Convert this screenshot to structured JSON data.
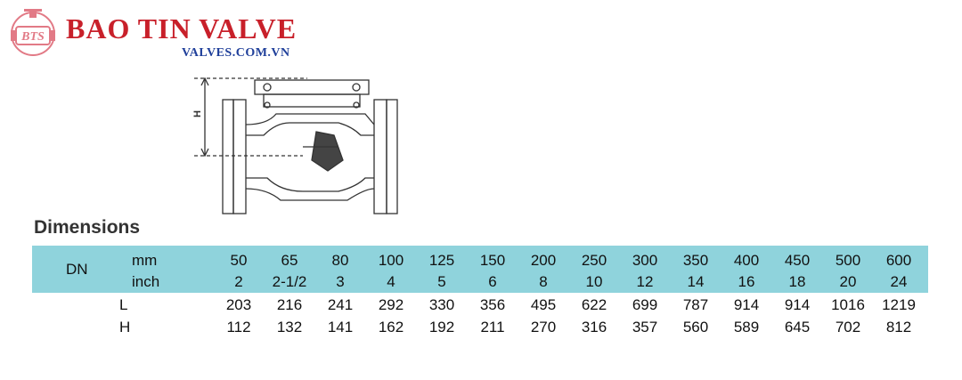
{
  "brand": {
    "name": "BAO TIN VALVE",
    "url": "VALVES.COM.VN",
    "logo_text": "BTS"
  },
  "drawing": {
    "dimension_label": "H"
  },
  "section_title": "Dimensions",
  "table": {
    "dn_label": "DN",
    "mm_label": "mm",
    "inch_label": "inch",
    "l_label": "L",
    "h_label": "H",
    "mm": [
      "50",
      "65",
      "80",
      "100",
      "125",
      "150",
      "200",
      "250",
      "300",
      "350",
      "400",
      "450",
      "500",
      "600"
    ],
    "inch": [
      "2",
      "2-1/2",
      "3",
      "4",
      "5",
      "6",
      "8",
      "10",
      "12",
      "14",
      "16",
      "18",
      "20",
      "24"
    ],
    "L": [
      "203",
      "216",
      "241",
      "292",
      "330",
      "356",
      "495",
      "622",
      "699",
      "787",
      "914",
      "914",
      "1016",
      "1219"
    ],
    "H": [
      "112",
      "132",
      "141",
      "162",
      "192",
      "211",
      "270",
      "316",
      "357",
      "560",
      "589",
      "645",
      "702",
      "812"
    ]
  },
  "colors": {
    "brand_red": "#c8202a",
    "brand_blue": "#1f3f9a",
    "header_band": "#8fd3dc"
  }
}
